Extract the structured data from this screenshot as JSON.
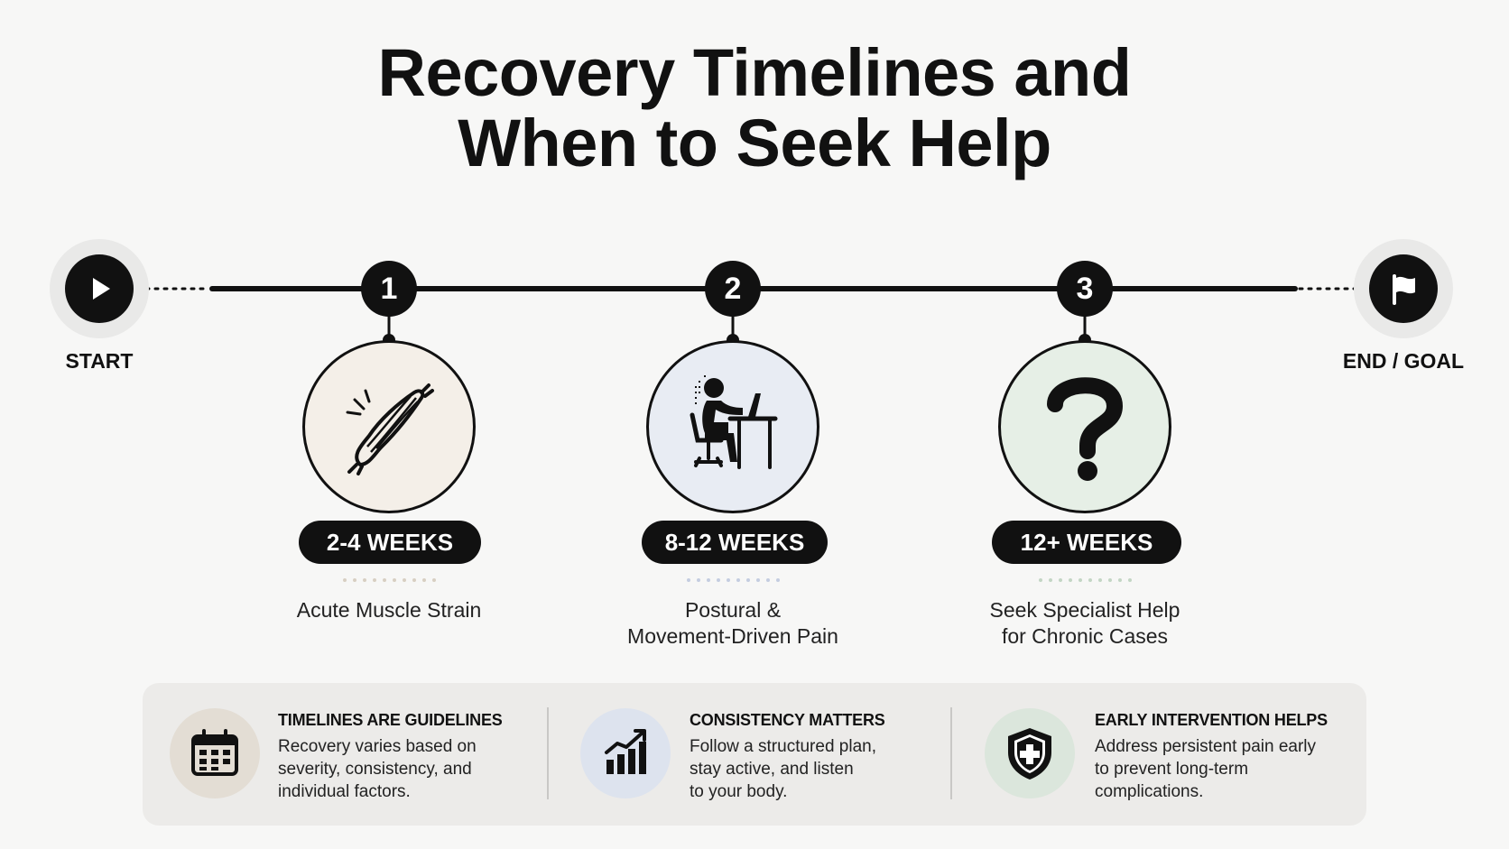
{
  "title": {
    "line1": "Recovery Timelines and",
    "line2": "When to Seek Help"
  },
  "timeline": {
    "start_label": "START",
    "end_label": "END / GOAL",
    "start_icon": "play-icon",
    "end_icon": "flag-icon",
    "steps": [
      {
        "number": "1",
        "duration": "2-4 WEEKS",
        "label_lines": [
          "Acute Muscle Strain"
        ],
        "icon": "muscle-strain-icon",
        "circle_color": "#f4efe8",
        "dot_color": "#d8cfc2"
      },
      {
        "number": "2",
        "duration": "8-12 WEEKS",
        "label_lines": [
          "Postural &",
          "Movement-Driven Pain"
        ],
        "icon": "desk-posture-icon",
        "circle_color": "#e8ecf3",
        "dot_color": "#c4cde0"
      },
      {
        "number": "3",
        "duration": "12+ WEEKS",
        "label_lines": [
          "Seek Specialist Help",
          "for Chronic Cases"
        ],
        "icon": "question-mark-icon",
        "circle_color": "#e6efe6",
        "dot_color": "#c3d6c4"
      }
    ]
  },
  "info": [
    {
      "title": "TIMELINES ARE GUIDELINES",
      "body_lines": [
        "Recovery varies based on",
        "severity, consistency, and",
        "individual factors."
      ],
      "icon": "calendar-icon",
      "bg": "#e3ddd4"
    },
    {
      "title": "CONSISTENCY MATTERS",
      "body_lines": [
        "Follow a structured plan,",
        "stay active, and listen",
        "to your body."
      ],
      "icon": "growth-chart-icon",
      "bg": "#dde3ee"
    },
    {
      "title": "EARLY INTERVENTION HELPS",
      "body_lines": [
        "Address persistent pain early",
        "to prevent long-term",
        "complications."
      ],
      "icon": "medical-shield-icon",
      "bg": "#dbe6dc"
    }
  ]
}
